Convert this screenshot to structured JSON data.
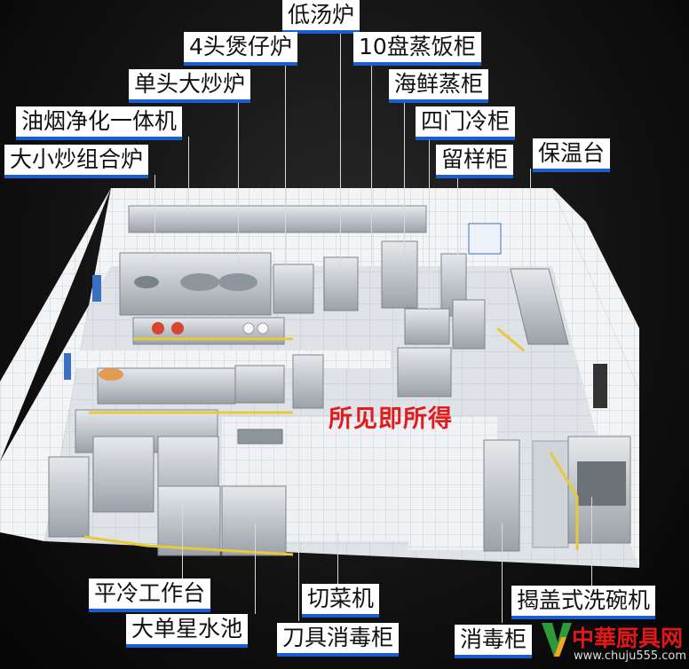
{
  "labels": {
    "low_soup_stove": "低汤炉",
    "four_head_pot_stove": "4头煲仔炉",
    "ten_tray_steamer": "10盘蒸饭柜",
    "single_head_wok": "单头大炒炉",
    "seafood_steamer": "海鲜蒸柜",
    "fume_purifier": "油烟净化一体机",
    "four_door_fridge": "四门冷柜",
    "combo_wok": "大小炒组合炉",
    "sample_cabinet": "留样柜",
    "warming_table": "保温台",
    "flat_cooler_bench": "平冷工作台",
    "vegetable_cutter": "切菜机",
    "dishwasher": "揭盖式洗碗机",
    "big_single_sink": "大单星水池",
    "knife_sterilizer": "刀具消毒柜",
    "sterilizer": "消毒柜"
  },
  "slogan": "所见即所得",
  "logo": {
    "title": "中華厨具网",
    "url": "www.chuju555.com"
  }
}
